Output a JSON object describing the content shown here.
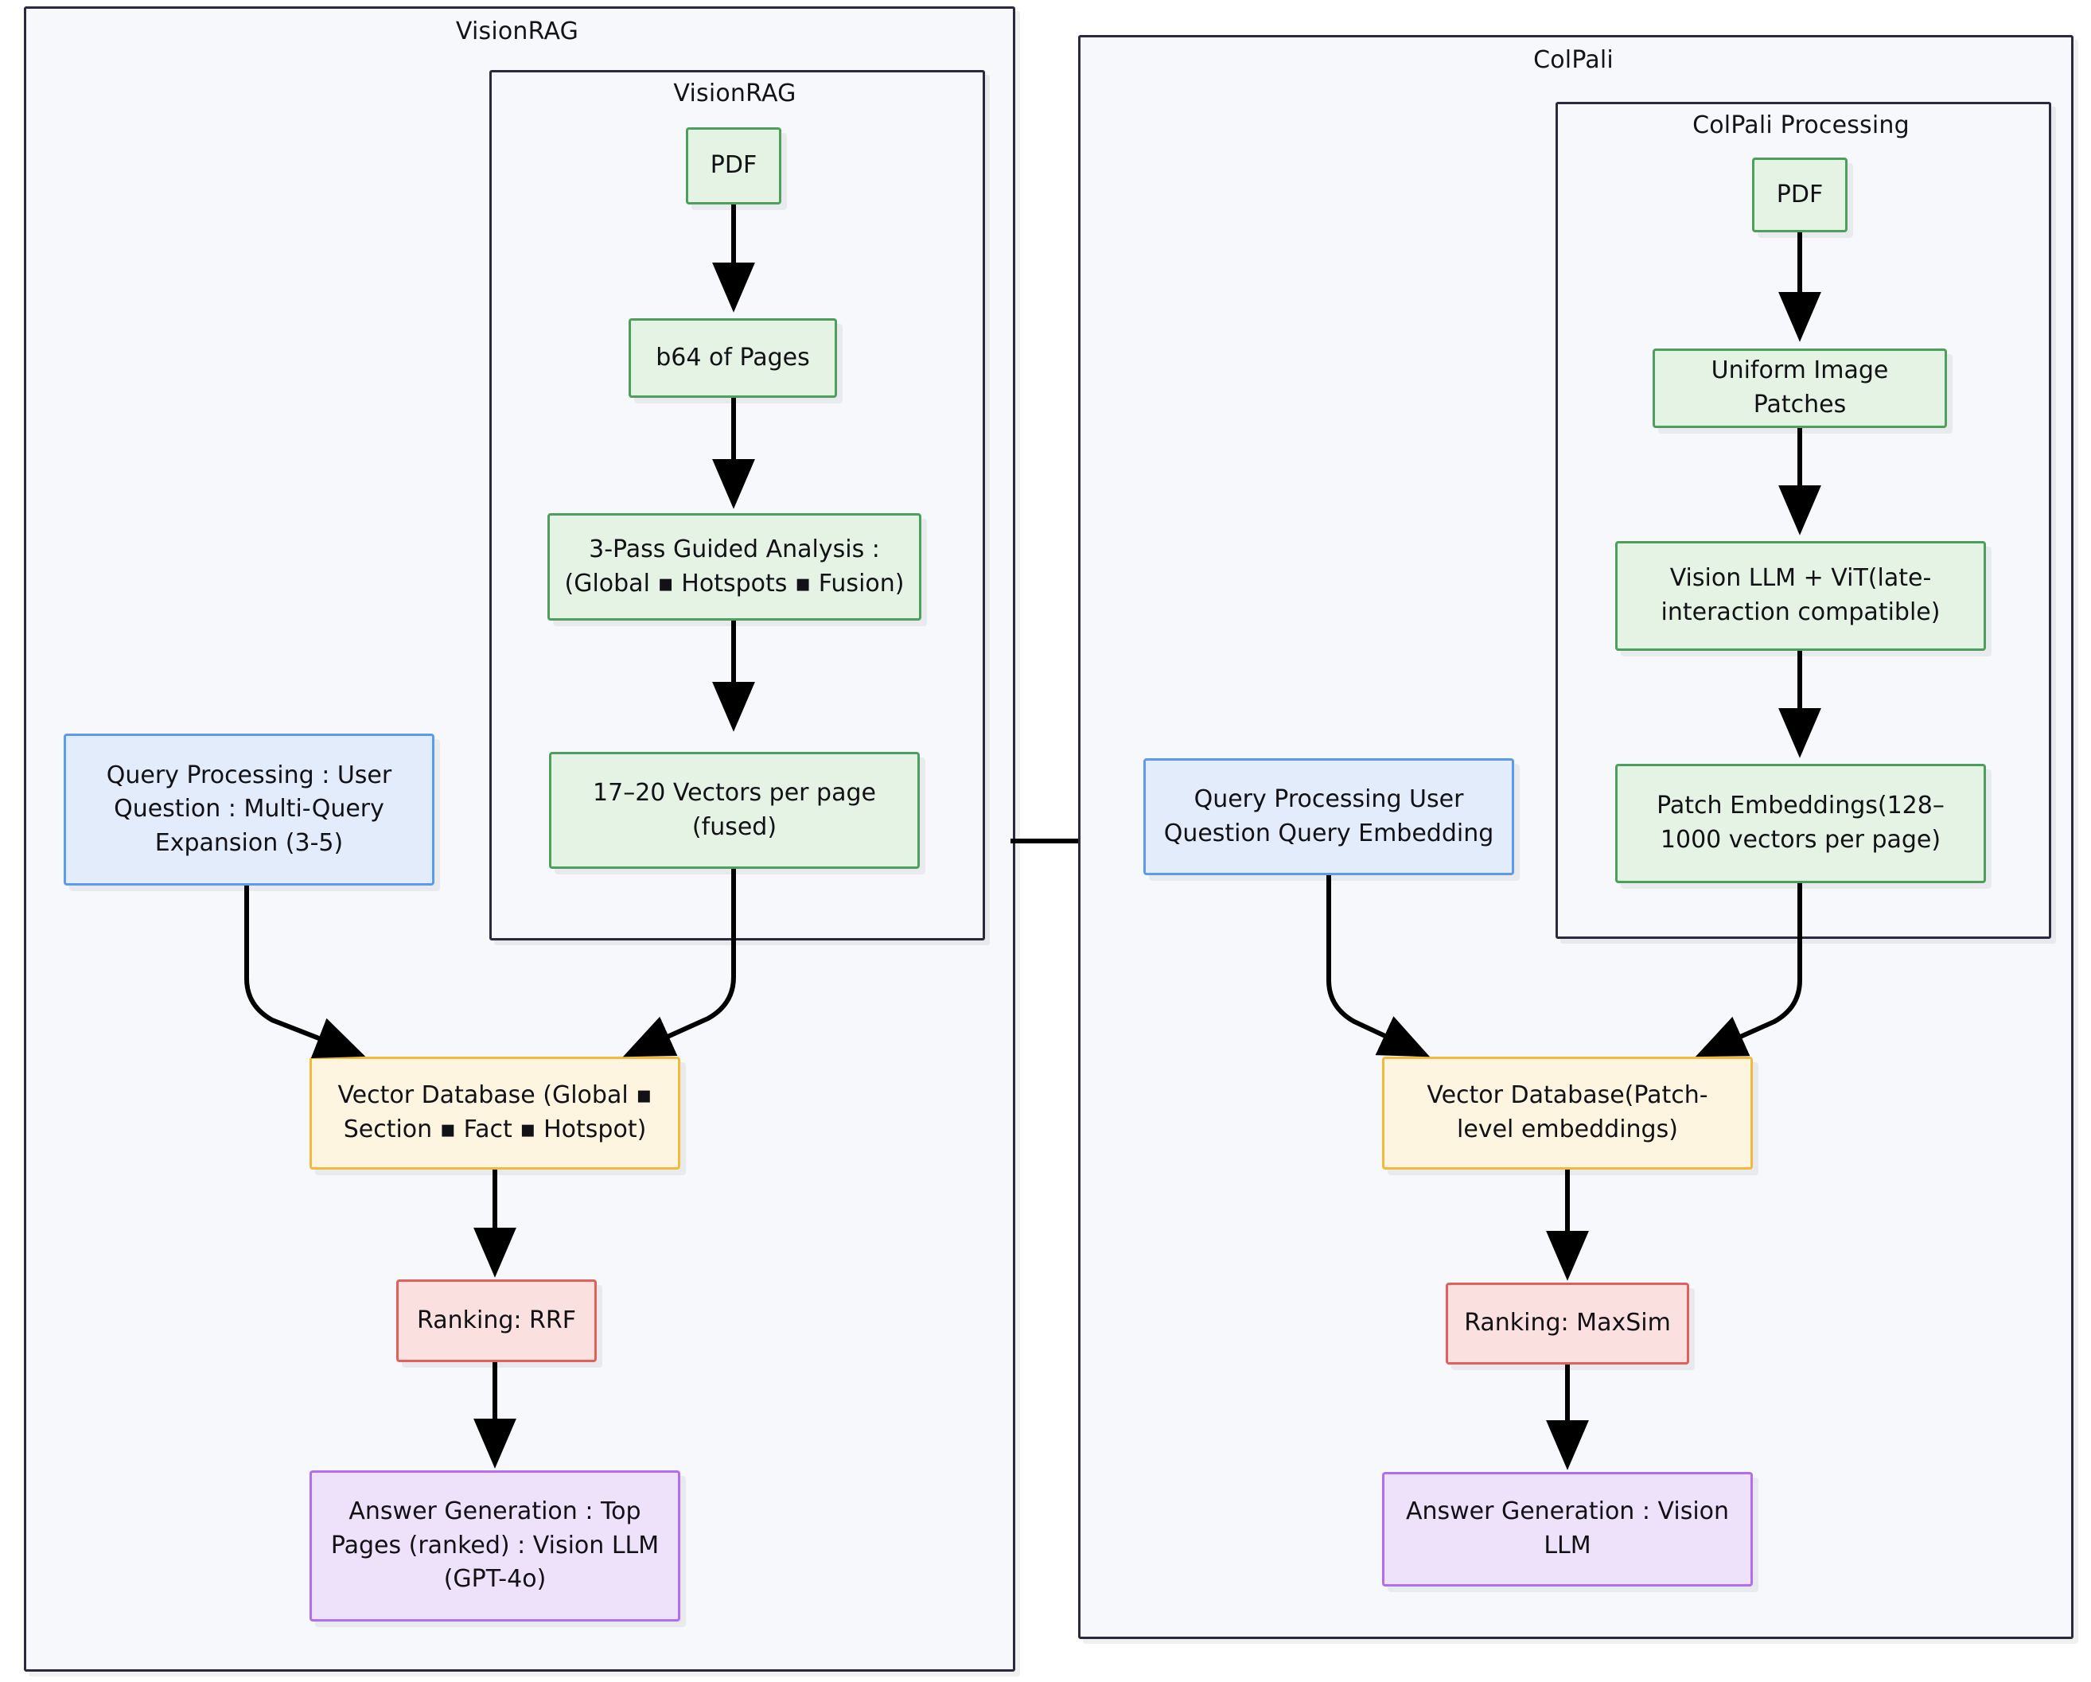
{
  "diagram": {
    "type": "flowchart",
    "background": "#ffffff",
    "colors": {
      "green_fill": "#e4f3e4",
      "green_border": "#4ca05b",
      "blue_fill": "#e3ecfb",
      "blue_border": "#5b9bec",
      "orange_fill": "#fdf5e0",
      "orange_border": "#f2ba3c",
      "red_fill": "#fbe0e0",
      "red_border": "#e0605c",
      "purple_fill": "#eee2fa",
      "purple_border": "#b06ff0",
      "subgraph_fill": "#f7f8fb",
      "subgraph_border": "#2a2a3c",
      "edge": "#000000"
    },
    "subgraphs": [
      {
        "id": "visionrag_outer",
        "title": "VisionRAG"
      },
      {
        "id": "visionrag_inner",
        "title": "VisionRAG"
      },
      {
        "id": "colpali_outer",
        "title": "ColPali"
      },
      {
        "id": "colpali_inner",
        "title": "ColPali Processing"
      }
    ],
    "left": {
      "outer_title": "VisionRAG",
      "inner_title": "VisionRAG",
      "nodes": [
        {
          "id": "l-pdf",
          "label": "PDF",
          "color": "green"
        },
        {
          "id": "l-b64",
          "label": "b64 of Pages",
          "color": "green"
        },
        {
          "id": "l-3pass",
          "label": "3-Pass Guided Analysis :\n(Global ▪ Hotspots ▪ Fusion)",
          "color": "green"
        },
        {
          "id": "l-vec",
          "label": "17–20 Vectors per page\n(fused)",
          "color": "green"
        },
        {
          "id": "l-query",
          "label": "Query Processing : User\nQuestion : Multi-Query\nExpansion (3-5)",
          "color": "blue"
        },
        {
          "id": "l-db",
          "label": "Vector Database (Global ▪\nSection ▪ Fact ▪ Hotspot)",
          "color": "orange"
        },
        {
          "id": "l-rank",
          "label": "Ranking: RRF",
          "color": "red"
        },
        {
          "id": "l-answer",
          "label": "Answer Generation : Top\nPages (ranked) : Vision LLM\n(GPT-4o)",
          "color": "purple"
        }
      ]
    },
    "right": {
      "outer_title": "ColPali",
      "inner_title": "ColPali Processing",
      "nodes": [
        {
          "id": "r-pdf",
          "label": "PDF",
          "color": "green"
        },
        {
          "id": "r-patch",
          "label": "Uniform Image Patches",
          "color": "green"
        },
        {
          "id": "r-vit",
          "label": "Vision LLM + ViT(late-\ninteraction compatible)",
          "color": "green"
        },
        {
          "id": "r-emb",
          "label": "Patch Embeddings(128–\n1000 vectors per page)",
          "color": "green"
        },
        {
          "id": "r-query",
          "label": "Query Processing User\nQuestion Query Embedding",
          "color": "blue"
        },
        {
          "id": "r-db",
          "label": "Vector Database(Patch-\nlevel embeddings)",
          "color": "orange"
        },
        {
          "id": "r-rank",
          "label": "Ranking: MaxSim",
          "color": "red"
        },
        {
          "id": "r-answer",
          "label": "Answer Generation : Vision\nLLM",
          "color": "purple"
        }
      ]
    },
    "edges": [
      {
        "from": "l-pdf",
        "to": "l-b64"
      },
      {
        "from": "l-b64",
        "to": "l-3pass"
      },
      {
        "from": "l-3pass",
        "to": "l-vec"
      },
      {
        "from": "l-vec",
        "to": "l-db"
      },
      {
        "from": "l-query",
        "to": "l-db"
      },
      {
        "from": "l-db",
        "to": "l-rank"
      },
      {
        "from": "l-rank",
        "to": "l-answer"
      },
      {
        "from": "r-pdf",
        "to": "r-patch"
      },
      {
        "from": "r-patch",
        "to": "r-vit"
      },
      {
        "from": "r-vit",
        "to": "r-emb"
      },
      {
        "from": "r-emb",
        "to": "r-db"
      },
      {
        "from": "r-query",
        "to": "r-db"
      },
      {
        "from": "r-db",
        "to": "r-rank"
      },
      {
        "from": "r-rank",
        "to": "r-answer"
      },
      {
        "from": "visionrag_outer",
        "to": "colpali_outer",
        "style": "plain-link"
      }
    ]
  }
}
